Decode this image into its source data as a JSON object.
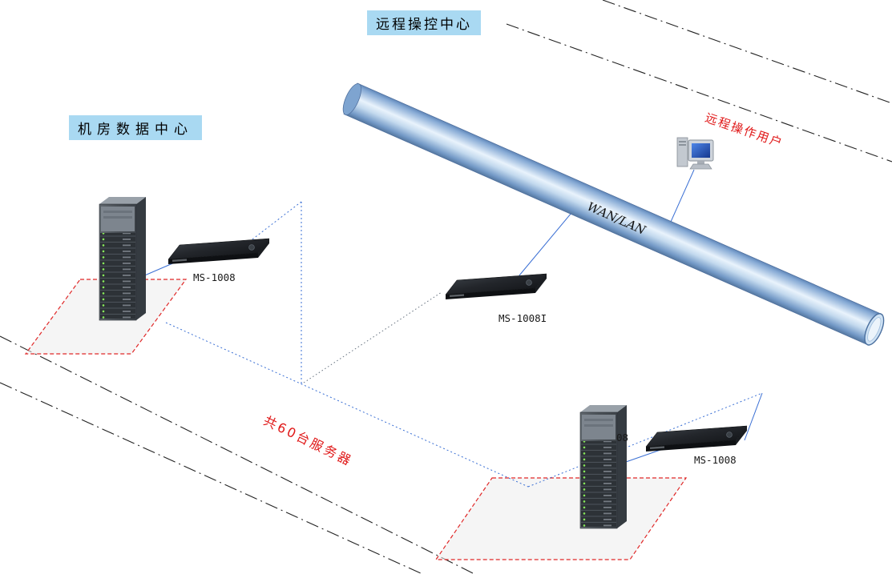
{
  "diagram": {
    "title": "远程操控中心",
    "datacenter_label": "机房数据中心",
    "remote_user_label": "远程操作用户",
    "servers_note": "共60台服务器",
    "wan_lan_label": "WAN/LAN",
    "partial_label": "08",
    "switches": [
      {
        "label": "MS-1008"
      },
      {
        "label": "MS-1008I"
      },
      {
        "label": "MS-1008"
      }
    ],
    "colors": {
      "highlight_blue": "#a9d9f2",
      "accent_red": "#e01818",
      "connection_blue": "#3a6fd4",
      "pipe_light_blue": "#cfe3f5",
      "device_black": "#16181b"
    }
  }
}
